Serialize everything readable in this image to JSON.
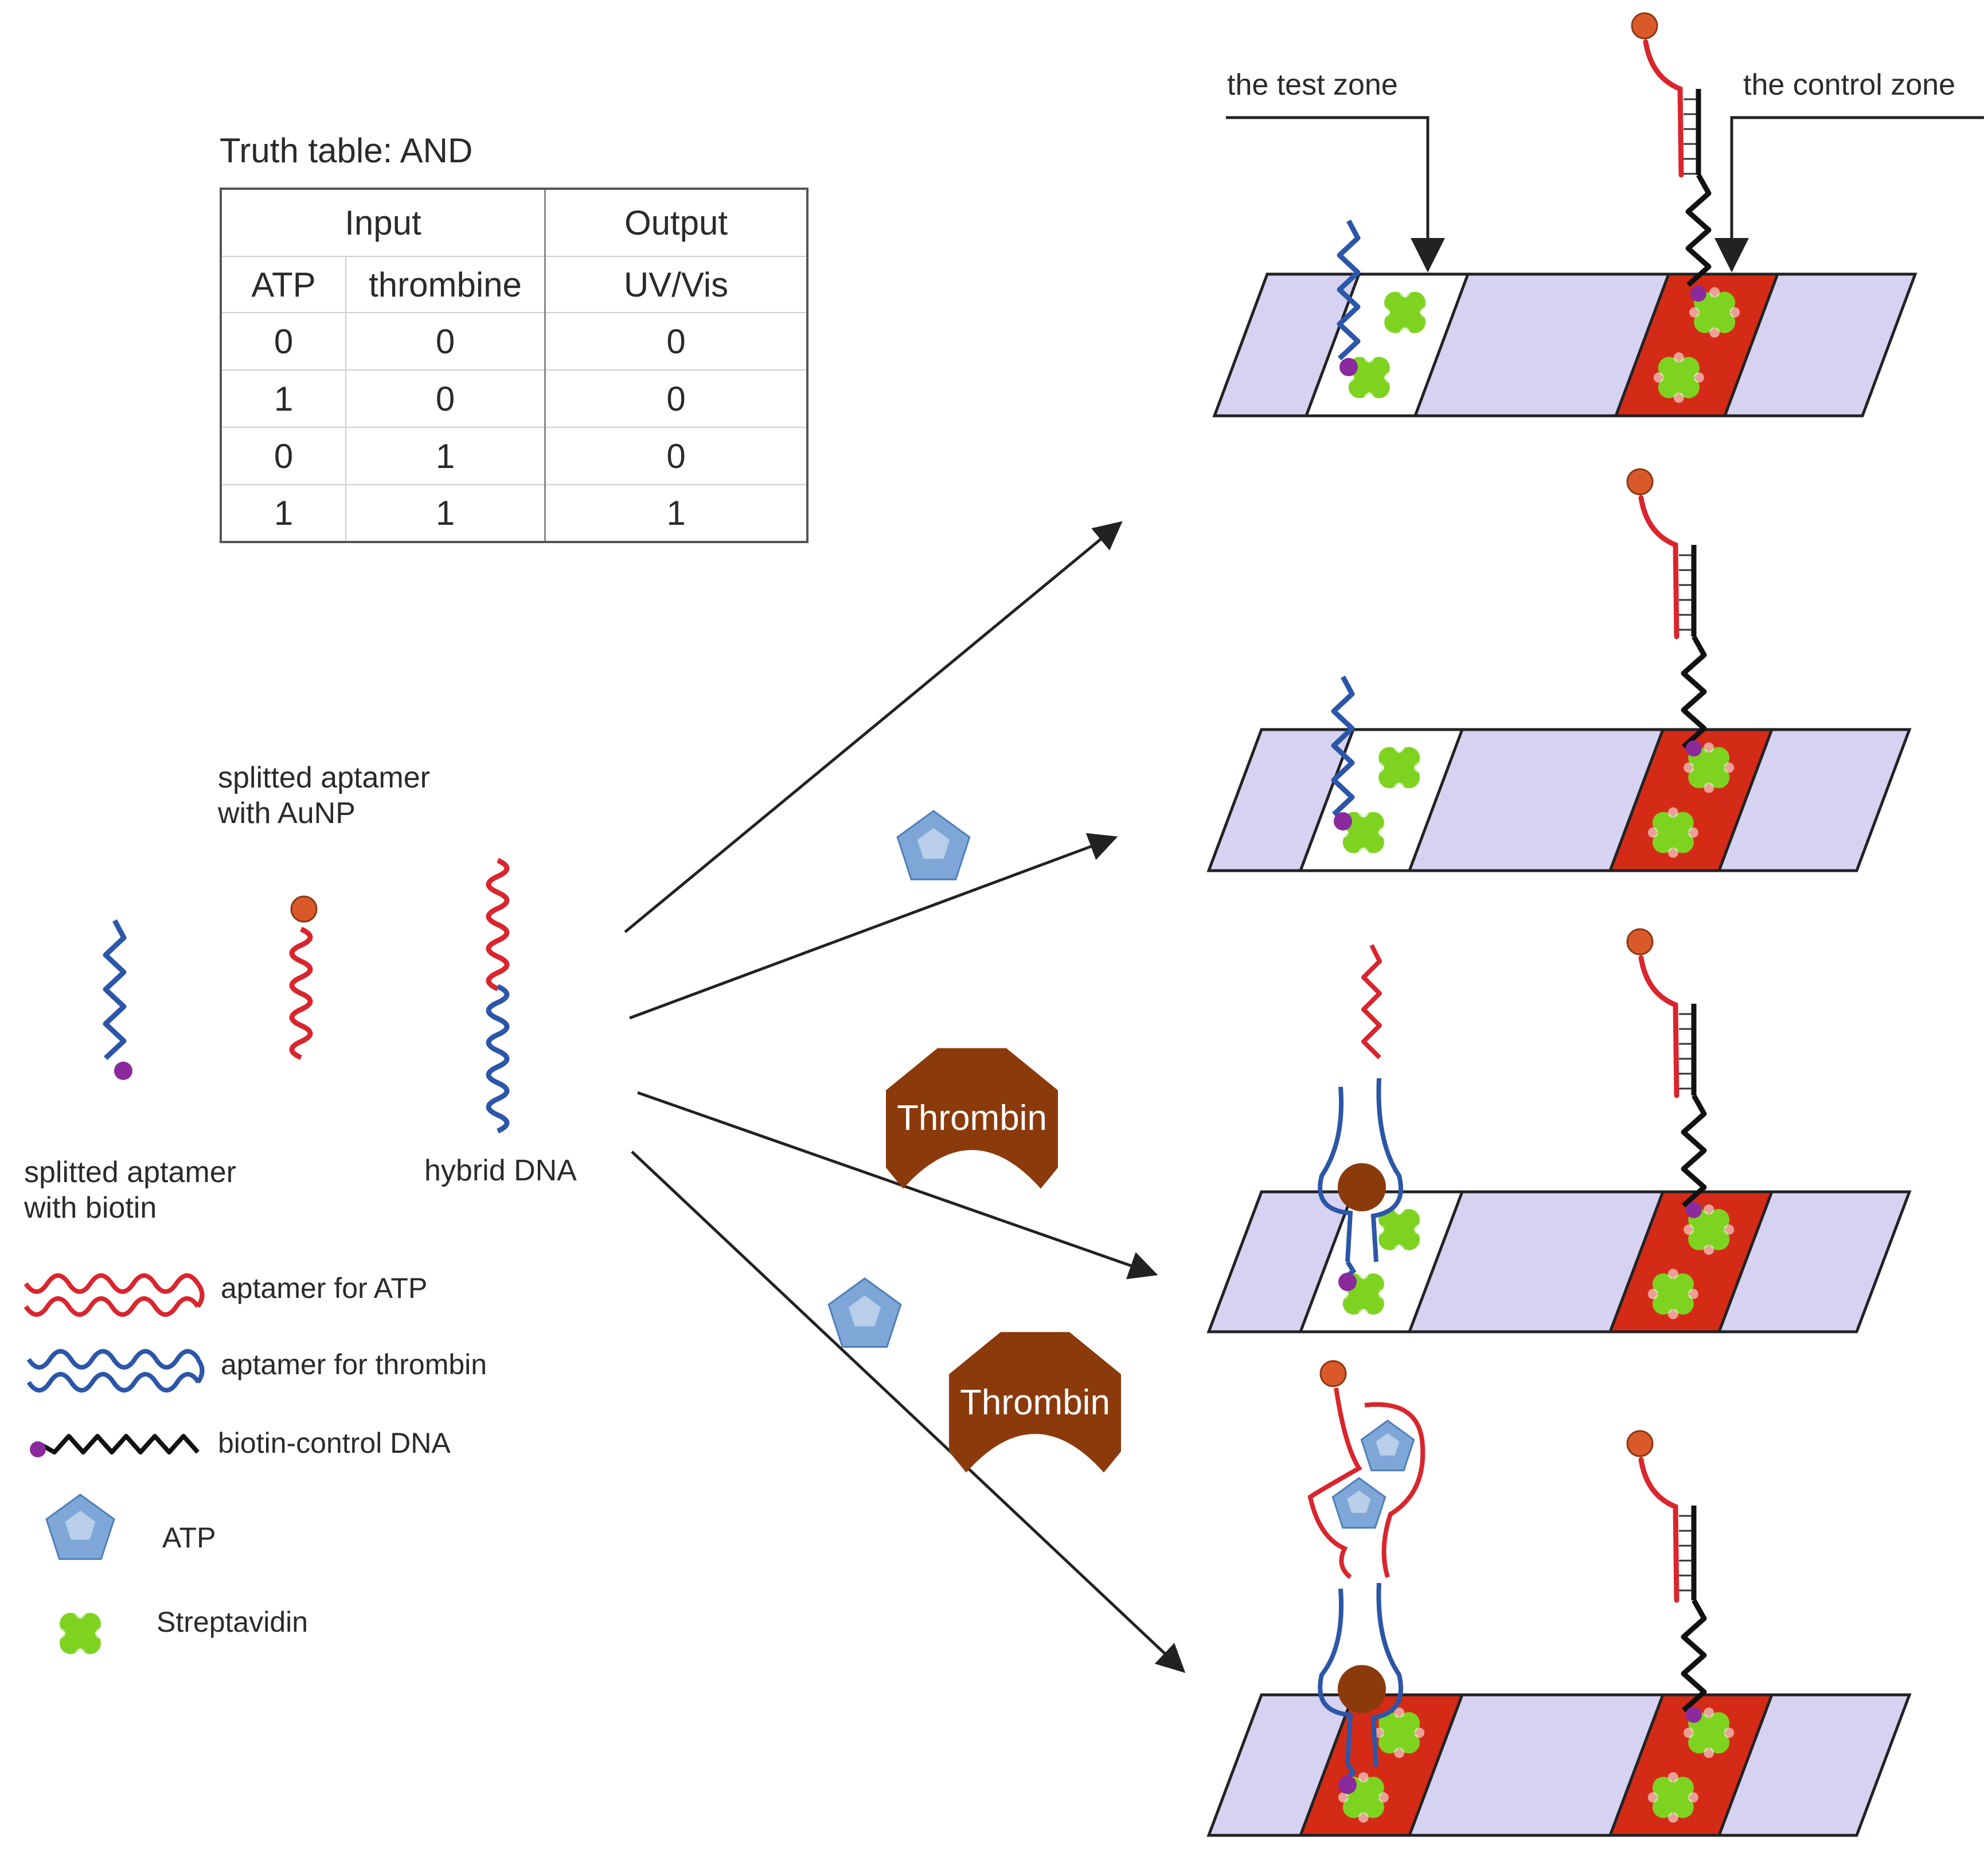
{
  "truth_table": {
    "title": "Truth table: AND",
    "group_headers": {
      "input": "Input",
      "output": "Output"
    },
    "columns": [
      "ATP",
      "thrombine",
      "UV/Vis"
    ],
    "rows": [
      [
        "0",
        "0",
        "0"
      ],
      [
        "1",
        "0",
        "0"
      ],
      [
        "0",
        "1",
        "0"
      ],
      [
        "1",
        "1",
        "1"
      ]
    ]
  },
  "zones": {
    "test": "the test zone",
    "control": "the control zone"
  },
  "components": {
    "aunp_line1": "splitted aptamer",
    "aunp_line2": "with AuNP",
    "biotin_line1": "splitted aptamer",
    "biotin_line2": "with biotin",
    "hybrid": "hybrid DNA"
  },
  "legend": {
    "atp_aptamer": "aptamer for ATP",
    "thrombin_aptamer": "aptamer for thrombin",
    "control_dna": "biotin-control DNA",
    "atp": "ATP",
    "streptavidin": "Streptavidin"
  },
  "thrombin_label": "Thrombin",
  "colors": {
    "atp_aptamer": "#d9262e",
    "thrombin_aptamer": "#2c56a8",
    "control_dna": "#111111",
    "biotin": "#8b2a9c",
    "gold_nanoparticle": "#d9592b",
    "strip": "#d6d2f2",
    "test_zone_negative": "#ffffff",
    "zone_positive": "#d42b17",
    "streptavidin": "#7ed321",
    "thrombin": "#8b3a0c",
    "atp_molecule": "#7ea7d8"
  }
}
